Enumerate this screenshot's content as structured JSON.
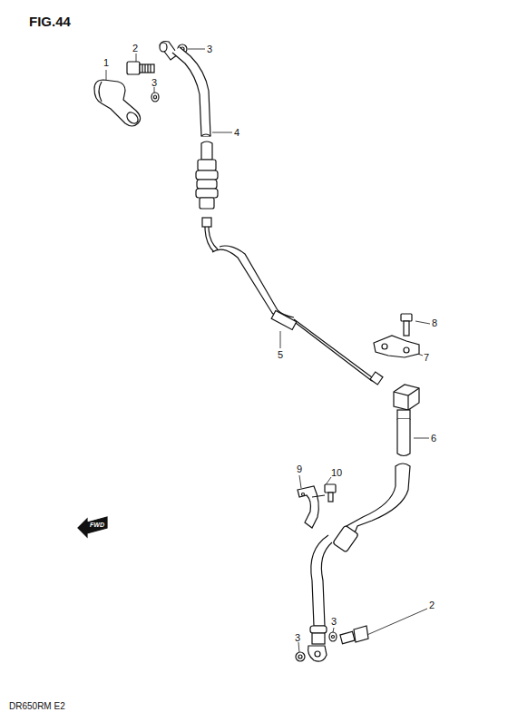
{
  "diagram": {
    "title": "FIG.44",
    "labels": [
      "1",
      "2",
      "3",
      "3",
      "4",
      "5",
      "6",
      "7",
      "8",
      "9",
      "10",
      "2",
      "3",
      "3",
      "FWD",
      "DR650RM E2"
    ]
  }
}
